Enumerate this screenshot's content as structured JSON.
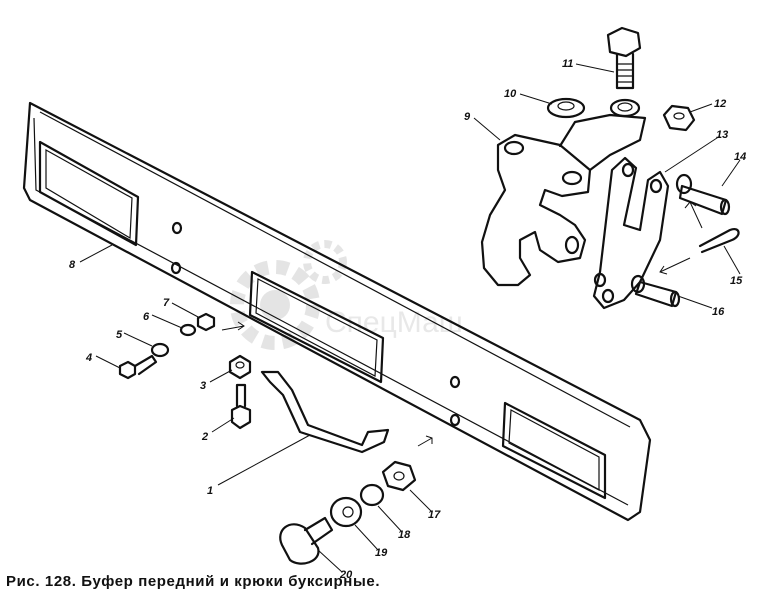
{
  "caption": "Рис. 128. Буфер передний и крюки буксирные.",
  "watermark": "СпецМаш",
  "callouts": [
    "1",
    "2",
    "3",
    "4",
    "5",
    "6",
    "7",
    "8",
    "9",
    "10",
    "11",
    "12",
    "13",
    "14",
    "15",
    "16",
    "17",
    "18",
    "19",
    "20"
  ]
}
